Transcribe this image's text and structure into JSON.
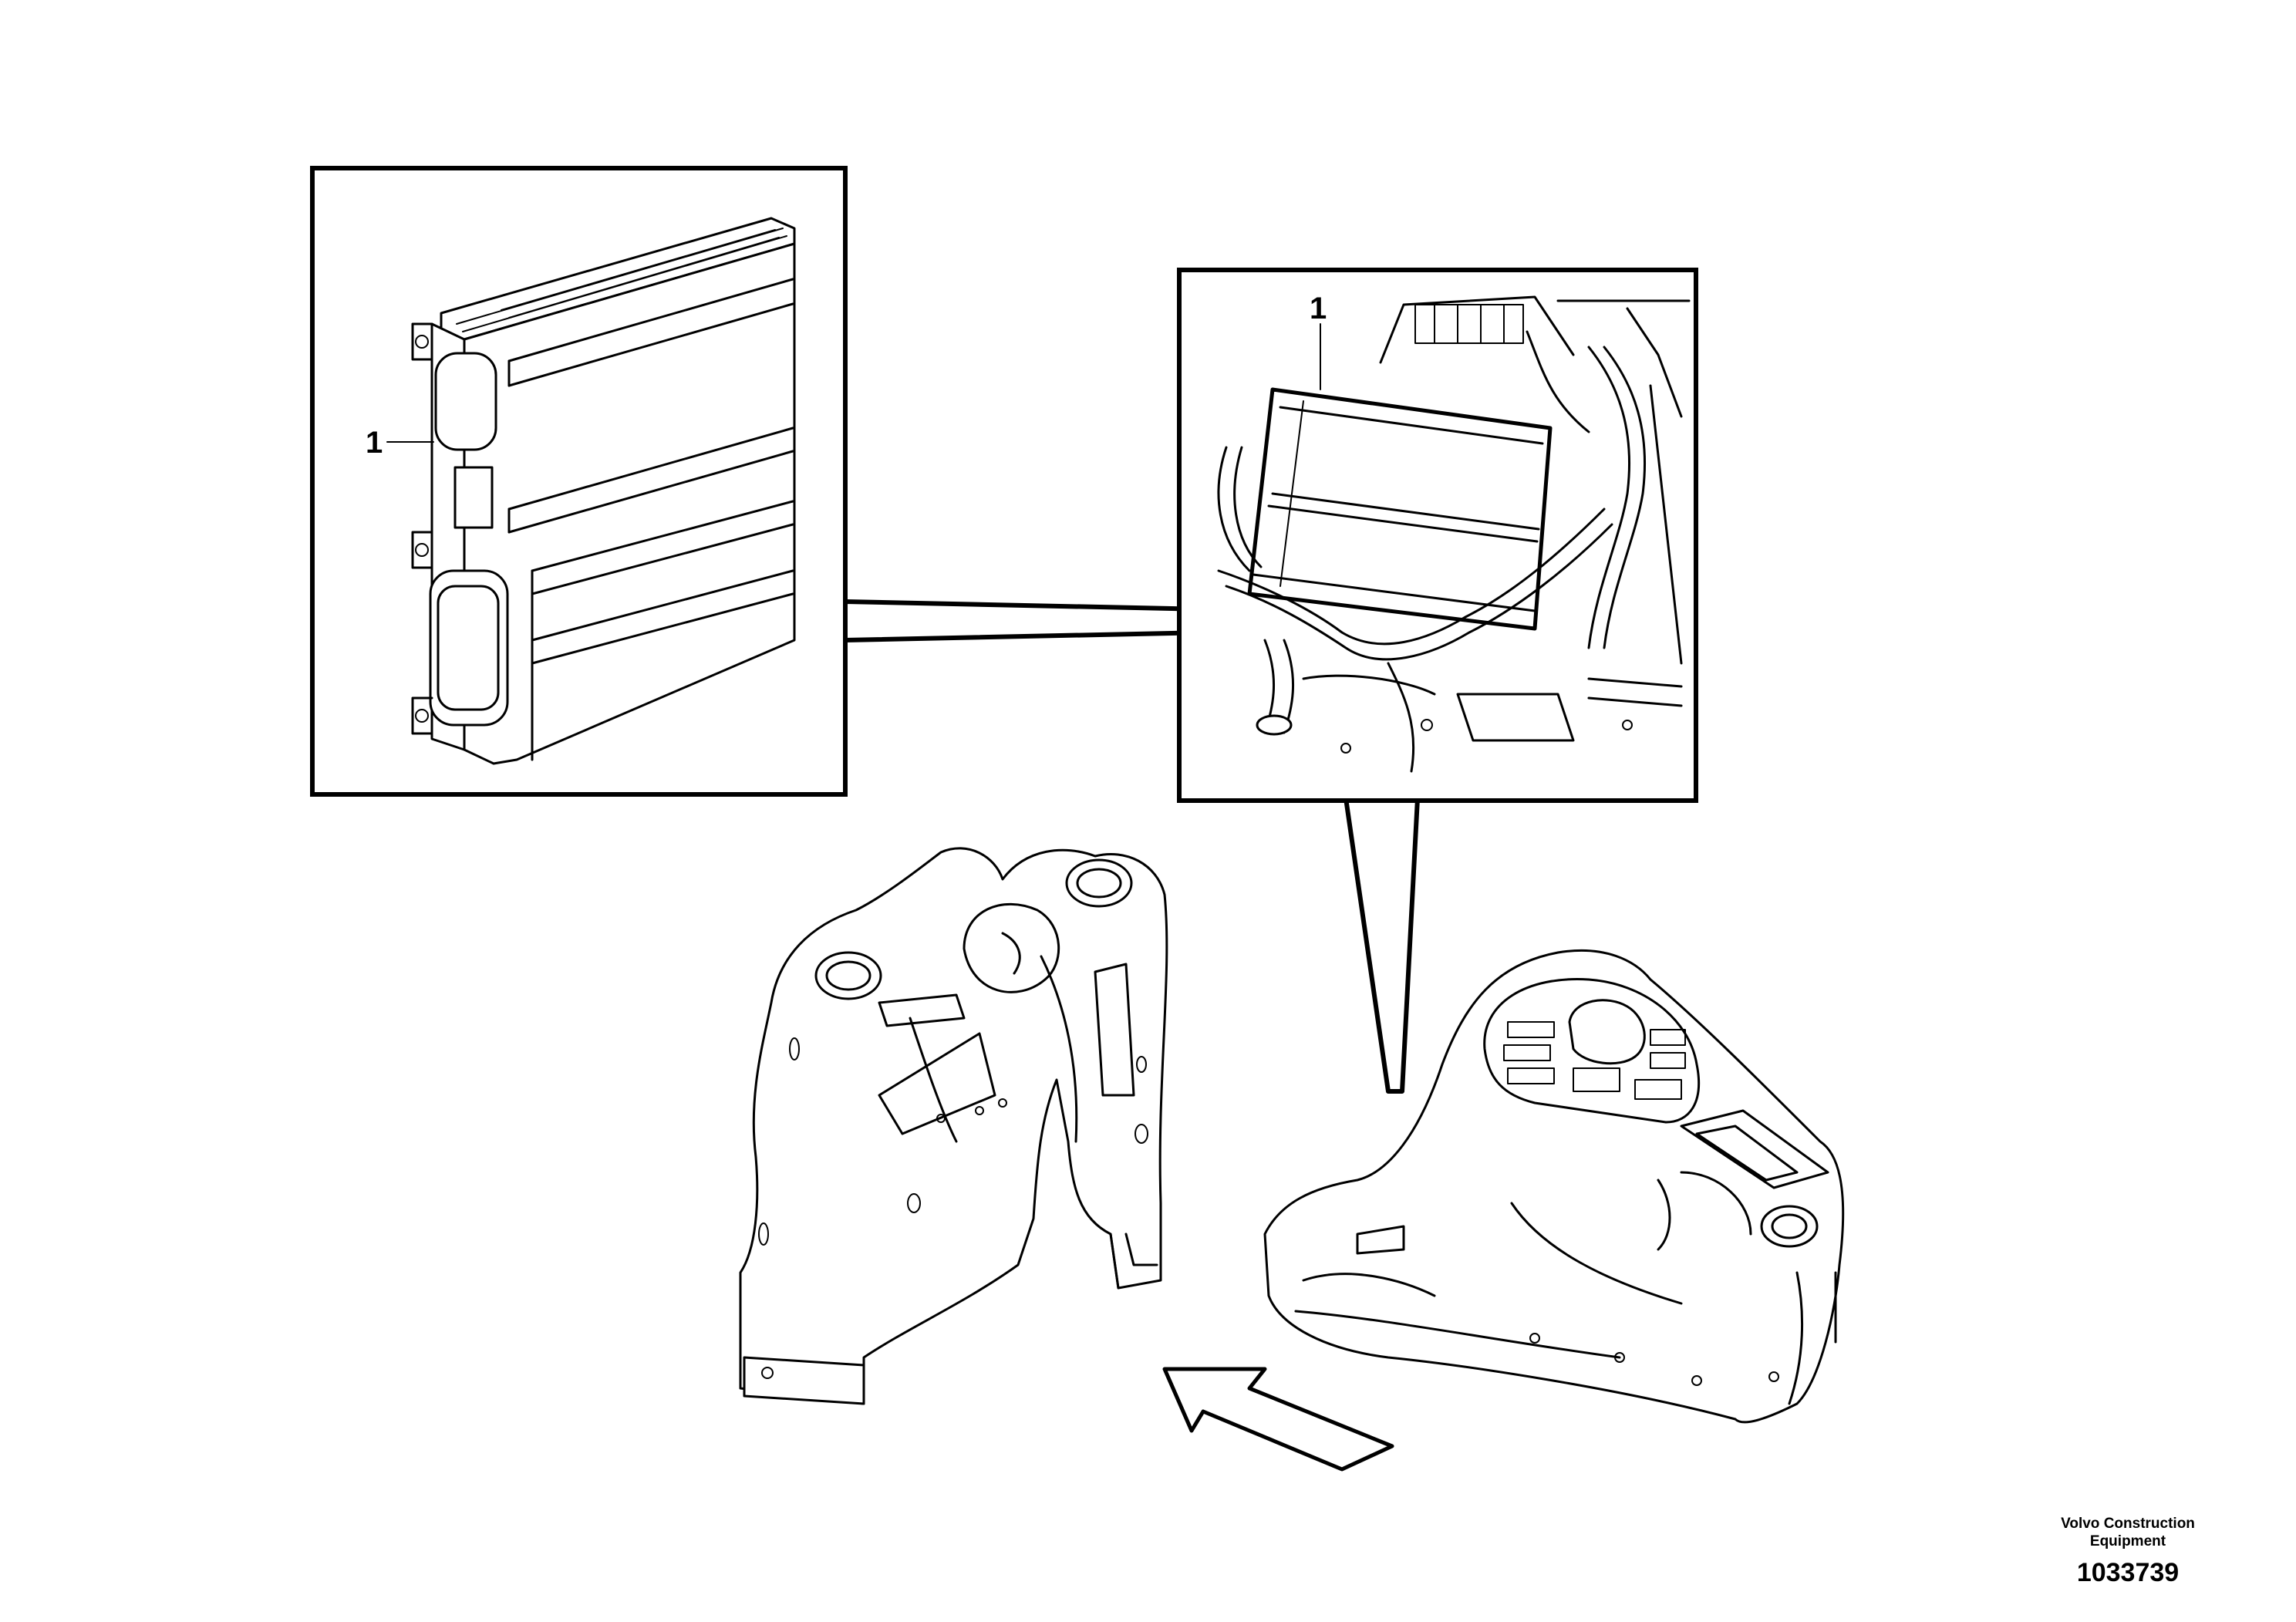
{
  "callouts": {
    "detail_left_part": "1",
    "detail_right_part": "1"
  },
  "credit": {
    "line1": "Volvo Construction",
    "line2": "Equipment"
  },
  "figure_number": "1033739",
  "colors": {
    "line": "#000000",
    "background": "#ffffff"
  }
}
